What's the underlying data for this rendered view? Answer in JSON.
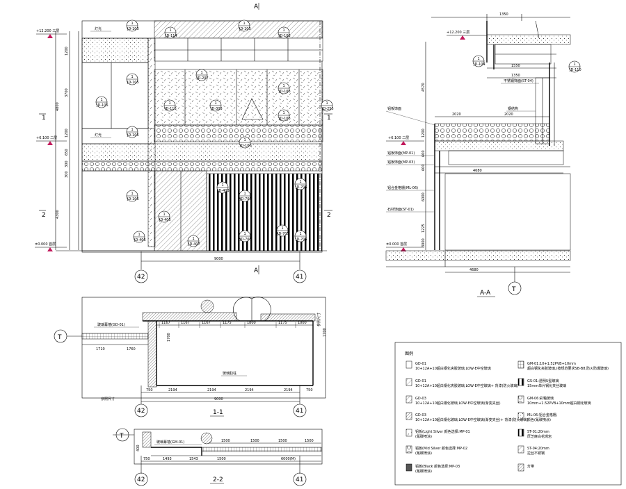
{
  "elevation": {
    "section_mark_top": "A",
    "section_mark_bottom": "A",
    "left_mark_1": "1",
    "left_mark_2": "2",
    "right_mark_1": "1",
    "right_mark_2": "2",
    "level_12200": "+12.200  三层",
    "level_6100": "+6.100  二层",
    "level_0": "±0.000  首层",
    "label_light_1": "灯光",
    "label_light_2": "灯光",
    "dims_vertical": [
      "1200",
      "3700",
      "4800",
      "1200",
      "650",
      "300",
      "300",
      "4300"
    ],
    "dim_width": "9000",
    "axis_left": "42",
    "axis_right": "41",
    "tags": [
      {
        "n": "1",
        "code": "JD-103"
      },
      {
        "n": "1",
        "code": "JD-114"
      },
      {
        "n": "1",
        "code": "JD-103"
      },
      {
        "n": "1",
        "code": "JD-103"
      },
      {
        "n": "1",
        "code": "JD-105"
      },
      {
        "n": "1",
        "code": "JD-207"
      },
      {
        "n": "1",
        "code": "JD-105"
      },
      {
        "n": "1",
        "code": "JD-103"
      },
      {
        "n": "1",
        "code": "JD-113"
      },
      {
        "n": "1",
        "code": "JD-303"
      },
      {
        "n": "1",
        "code": "JD-103"
      },
      {
        "n": "1",
        "code": "JD-255"
      },
      {
        "n": "1",
        "code": "JD-106"
      },
      {
        "n": "1",
        "code": "JD-106"
      },
      {
        "n": "1",
        "code": "JD-403"
      },
      {
        "n": "1",
        "code": "JD-705"
      },
      {
        "n": "1",
        "code": "JD-703"
      },
      {
        "n": "1",
        "code": "JD-106"
      },
      {
        "n": "1",
        "code": "JD-405"
      },
      {
        "n": "1",
        "code": "JD-406"
      },
      {
        "n": "1",
        "code": "JD-407"
      },
      {
        "n": "1",
        "code": "JD-703"
      },
      {
        "n": "1",
        "code": "JD-705"
      },
      {
        "n": "1",
        "code": "JD-705"
      }
    ]
  },
  "section_aa": {
    "title": "A-A",
    "axis": "T",
    "level_12200": "+12.200  三层",
    "level_6100": "+6.100  二层",
    "level_0": "±0.000  首层",
    "dims_top": [
      "1350",
      "1550",
      "1350"
    ],
    "dims_mid": [
      "2020",
      "2020"
    ],
    "dim_bottom_1": "4680",
    "dim_bottom_2": "4680",
    "dims_vertical": [
      "4570",
      "1200",
      "600",
      "600",
      "6000",
      "1225",
      "3000"
    ],
    "labels_left": [
      "铝板饰面",
      "铝板饰面(MP-01)",
      "铝板饰面(MP-03)",
      "铝合金格栅(ML-06)",
      "石材饰面(ST-01)"
    ],
    "label_mid_1": "不锈钢饰面(ST-04)",
    "label_mid_2": "钢结构",
    "tags": [
      {
        "n": "1",
        "code": "JD-104"
      },
      {
        "n": "1",
        "code": "JD-110"
      }
    ]
  },
  "plan_11": {
    "title": "1-1",
    "label_curtain": "玻璃幕墙(GD-01)",
    "label_frame": "玻璃肋柱",
    "axis_t": "T",
    "axis_left": "42",
    "axis_right": "41",
    "dims_top": [
      "1167",
      "1167",
      "1167",
      "1175",
      "1800",
      "1175",
      "1000"
    ],
    "dims_left": [
      "1710",
      "1760"
    ],
    "dims_bottom": [
      "750",
      "2194",
      "2194",
      "2194",
      "2194",
      "750"
    ],
    "dim_total": "9000",
    "dim_side": "1700",
    "dim_right": "1700",
    "note_left": "参照尺寸",
    "note_right": "参照尺寸"
  },
  "plan_22": {
    "title": "2-2",
    "label_curtain": "玻璃幕墙(GM-01)",
    "axis_t": "T",
    "axis_left": "42",
    "axis_right": "41",
    "dims_top": [
      "1500",
      "1500",
      "1500",
      "1500"
    ],
    "dims_bottom": [
      "750",
      "1493",
      "1543",
      "1500",
      "6000(M)"
    ],
    "dim_left": "400"
  },
  "legend": {
    "title": "图例",
    "items_left": [
      {
        "code": "GD-01",
        "desc": "10+12A+10超白钢化夹胶玻璃,LOW-E中空玻璃"
      },
      {
        "code": "GD-01",
        "desc": "10+12A+10超白钢化夹胶玻璃,LOW-E中空玻璃+ 背漆(防火玻璃)"
      },
      {
        "code": "GD-03",
        "desc": "10+12A+10超白钢化玻璃,LOW-E中空玻璃(渐变夹丝)"
      },
      {
        "code": "GD-03",
        "desc": "10+12A+10超白钢化玻璃,LOW-E中空玻璃(渐变夹丝)+ 背漆(防火玻璃)"
      },
      {
        "code": "铝板(Light Silver 颜色选择:MP-01",
        "desc": "(氟碳喷涂)"
      },
      {
        "code": "铝板(Mid Silver 颜色选择:MP-02",
        "desc": "(氟碳喷涂)"
      },
      {
        "code": "铝板(Black 颜色选择:MP-03",
        "desc": "(氟碳喷涂)"
      }
    ],
    "items_right": [
      {
        "code": "GM-01:10+1.52PVB+10mm",
        "desc": "超白钢化夹胶玻璃,(按规范要求SB-B8,防火防爆玻璃)"
      },
      {
        "code": "GS-01:透明U型玻璃",
        "desc": "15mm单片钢化夹丝玻璃"
      },
      {
        "code": "GM-06:彩釉玻璃",
        "desc": "10mm+1.52PVB+10mm超白钢化玻璃"
      },
      {
        "code": "ML-06:铝合金格栅,",
        "desc": "颜色(氟碳喷涂)"
      },
      {
        "code": "ST-01:20mm",
        "desc": "厚芝麻白花岗岩"
      },
      {
        "code": "ST-04:20mm",
        "desc": "拉丝不锈钢"
      },
      {
        "code": "灯带",
        "desc": ""
      }
    ]
  }
}
